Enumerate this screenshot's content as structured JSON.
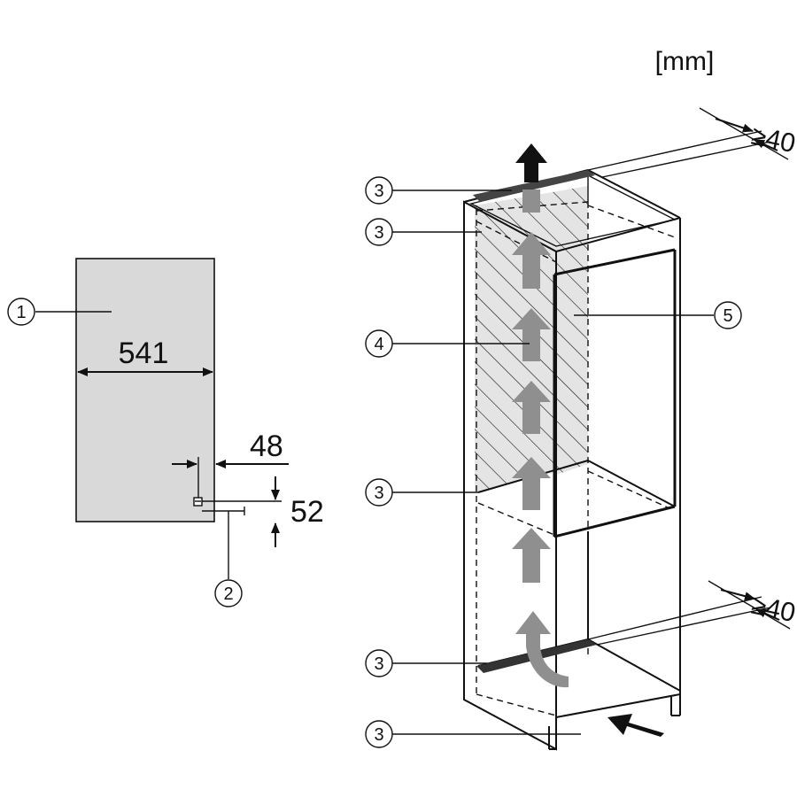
{
  "unit_label": "[mm]",
  "dimensions": {
    "width": "541",
    "offset_x": "48",
    "offset_y": "52",
    "top_gap": "≥40",
    "bottom_gap": "≥40"
  },
  "callouts": {
    "c1": "1",
    "c2": "2",
    "c3_top_a": "3",
    "c3_top_b": "3",
    "c4": "4",
    "c5": "5",
    "c3_middle": "3",
    "c3_bottom_a": "3",
    "c3_bottom_b": "3"
  },
  "colors": {
    "panel_fill": "#d9d9d9",
    "line": "#111111",
    "airflow_arrow": "#8f8f8f",
    "hatch_fill": "#e4e4e4"
  }
}
